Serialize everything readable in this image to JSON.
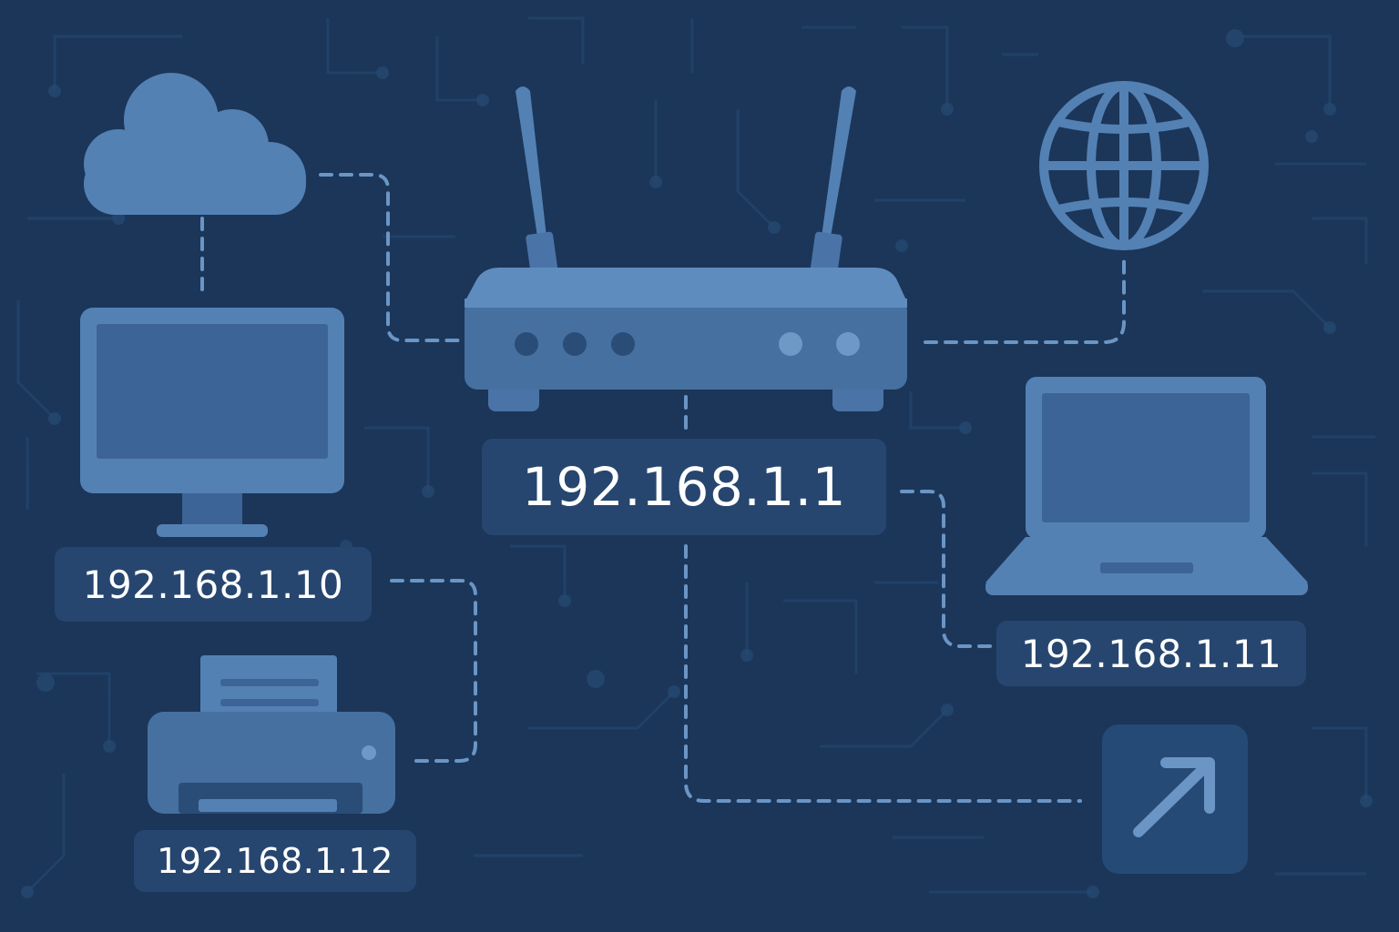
{
  "diagram": {
    "router": {
      "ip": "192.168.1.1",
      "icon": "router-icon"
    },
    "desktop": {
      "ip": "192.168.1.10",
      "icon": "desktop-monitor-icon"
    },
    "laptop": {
      "ip": "192.168.1.11",
      "icon": "laptop-icon"
    },
    "printer": {
      "ip": "192.168.1.12",
      "icon": "printer-icon"
    },
    "cloud": {
      "icon": "cloud-icon"
    },
    "globe": {
      "icon": "globe-icon"
    },
    "external": {
      "icon": "arrow-up-right-icon"
    }
  },
  "colors": {
    "background": "#1b3659",
    "device": "#5481b4",
    "device_dark": "#3d6496",
    "label_bg": "#27466f",
    "connector": "#6b95c4",
    "label_text": "#ffffff"
  }
}
